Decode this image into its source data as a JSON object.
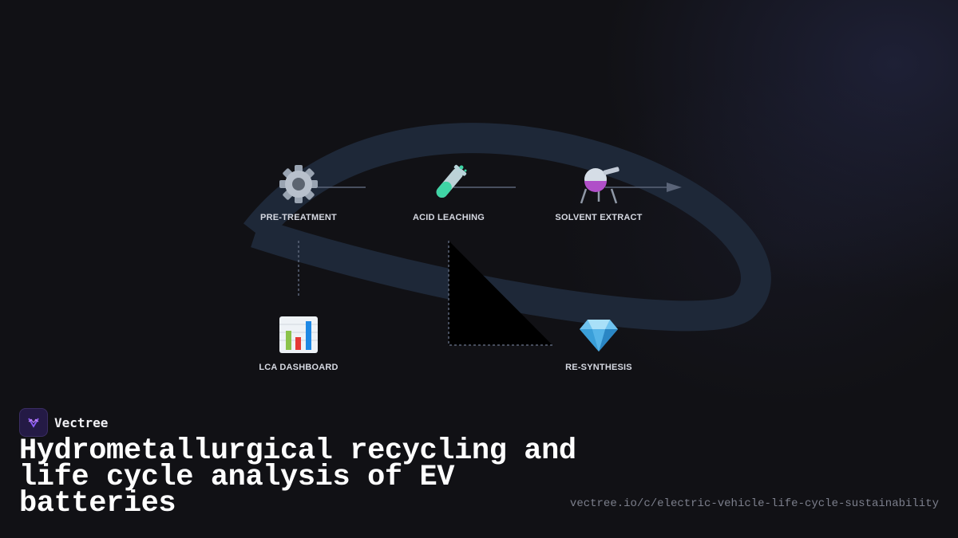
{
  "flow": {
    "nodes": [
      {
        "id": "pre-treatment",
        "icon": "gear-icon",
        "label": "PRE-TREATMENT"
      },
      {
        "id": "acid-leaching",
        "icon": "test-tube-icon",
        "label": "ACID LEACHING"
      },
      {
        "id": "solvent-extract",
        "icon": "flask-icon",
        "label": "SOLVENT EXTRACT"
      },
      {
        "id": "lca-dashboard",
        "icon": "bar-chart-icon",
        "label": "LCA DASHBOARD"
      },
      {
        "id": "re-synthesis",
        "icon": "gem-icon",
        "label": "RE-SYNTHESIS"
      }
    ]
  },
  "brand": {
    "name": "Vectree",
    "logo_icon": "vectree-logo-icon",
    "accent": "#8b5cf6"
  },
  "title": "Hydrometallurgical recycling and life cycle analysis of EV batteries",
  "url": "vectree.io/c/electric-vehicle-life-cycle-sustainability",
  "colors": {
    "background": "#111115",
    "ring": "#1e2838",
    "connector": "#5a6478"
  }
}
